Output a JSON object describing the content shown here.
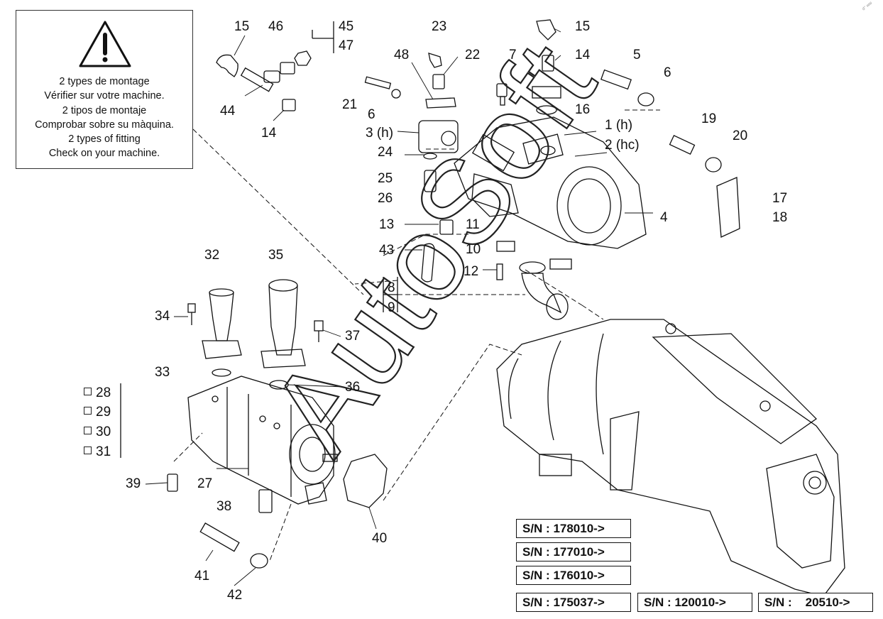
{
  "warning_box": {
    "lines": [
      "2 types de montage",
      "Vérifier sur votre machine.",
      "2 tipos de montaje",
      "Comprobar sobre su màquina.",
      "2 types of fitting",
      "Check on your machine."
    ]
  },
  "callouts": [
    {
      "id": "c15a",
      "text": "15"
    },
    {
      "id": "c46",
      "text": "46"
    },
    {
      "id": "c45",
      "text": "45"
    },
    {
      "id": "c47",
      "text": "47"
    },
    {
      "id": "c44",
      "text": "44"
    },
    {
      "id": "c14a",
      "text": "14"
    },
    {
      "id": "c23",
      "text": "23"
    },
    {
      "id": "c48",
      "text": "48"
    },
    {
      "id": "c22",
      "text": "22"
    },
    {
      "id": "c7",
      "text": "7"
    },
    {
      "id": "c15b",
      "text": "15"
    },
    {
      "id": "c14b",
      "text": "14"
    },
    {
      "id": "c5",
      "text": "5"
    },
    {
      "id": "c6a",
      "text": "6"
    },
    {
      "id": "c21",
      "text": "21"
    },
    {
      "id": "c6b",
      "text": "6"
    },
    {
      "id": "c3h",
      "text": "3 (h)"
    },
    {
      "id": "c16",
      "text": "16"
    },
    {
      "id": "c1h",
      "text": "1 (h)"
    },
    {
      "id": "c2hc",
      "text": "2 (hc)"
    },
    {
      "id": "c19",
      "text": "19"
    },
    {
      "id": "c20",
      "text": "20"
    },
    {
      "id": "c24",
      "text": "24"
    },
    {
      "id": "c25",
      "text": "25"
    },
    {
      "id": "c26",
      "text": "26"
    },
    {
      "id": "c17",
      "text": "17"
    },
    {
      "id": "c18",
      "text": "18"
    },
    {
      "id": "c4",
      "text": "4"
    },
    {
      "id": "c13",
      "text": "13"
    },
    {
      "id": "c11",
      "text": "11"
    },
    {
      "id": "c43",
      "text": "43"
    },
    {
      "id": "c10",
      "text": "10"
    },
    {
      "id": "c12",
      "text": "12"
    },
    {
      "id": "c8",
      "text": "8"
    },
    {
      "id": "c9",
      "text": "9"
    },
    {
      "id": "c32",
      "text": "32"
    },
    {
      "id": "c35",
      "text": "35"
    },
    {
      "id": "c34",
      "text": "34"
    },
    {
      "id": "c37",
      "text": "37"
    },
    {
      "id": "c33",
      "text": "33"
    },
    {
      "id": "c36",
      "text": "36"
    },
    {
      "id": "c27",
      "text": "27"
    },
    {
      "id": "c39",
      "text": "39"
    },
    {
      "id": "c38",
      "text": "38"
    },
    {
      "id": "c40",
      "text": "40"
    },
    {
      "id": "c41",
      "text": "41"
    },
    {
      "id": "c42",
      "text": "42"
    }
  ],
  "options": [
    "28",
    "29",
    "30",
    "31"
  ],
  "serial_numbers": [
    "S/N : 178010->",
    "S/N : 177010->",
    "S/N : 176010->",
    "S/N : 175037->",
    "S/N : 120010->",
    "S/N :    20510->"
  ],
  "corner_mark": "d° ww",
  "watermark": "AutoSoft"
}
